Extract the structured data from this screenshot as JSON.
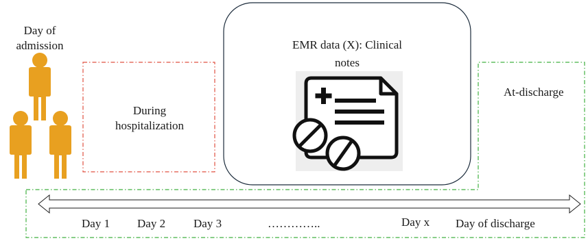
{
  "admission": {
    "label": "Day of admission",
    "line1": "Day of",
    "line2": "admission"
  },
  "hospitalization": {
    "line1": "During",
    "line2": "hospitalization"
  },
  "emr": {
    "line1": "EMR data (X): Clinical",
    "line2": "notes"
  },
  "discharge": {
    "label": "At-discharge"
  },
  "timeline": {
    "days": [
      "Day 1",
      "Day 2",
      "Day 3",
      "…………..",
      "Day x",
      "Day of discharge"
    ]
  },
  "icons": {
    "patients": "person-icon",
    "document": "clinical-notes-icon"
  },
  "colors": {
    "person": "#e8a020",
    "red_dash": "#e05040",
    "green_dash": "#40b040",
    "box_border": "#1a2a3a"
  }
}
